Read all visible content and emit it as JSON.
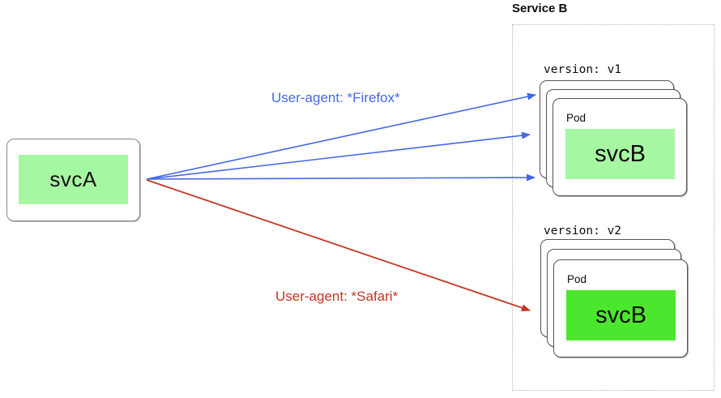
{
  "source": {
    "label": "svcA",
    "fill": "#a6f7a2"
  },
  "routes": [
    {
      "label": "User-agent: *Firefox*",
      "color": "#4468e4",
      "arrow_count": 3
    },
    {
      "label": "User-agent: *Safari*",
      "color": "#c63522",
      "arrow_count": 1
    }
  ],
  "service_b": {
    "title": "Service B",
    "groups": [
      {
        "version_label": "version: v1",
        "pod_label": "Pod",
        "service_label": "svcB",
        "fill": "#a6f7a2",
        "replicas": 3
      },
      {
        "version_label": "version: v2",
        "pod_label": "Pod",
        "service_label": "svcB",
        "fill": "#4ce62e",
        "replicas": 3
      }
    ]
  }
}
